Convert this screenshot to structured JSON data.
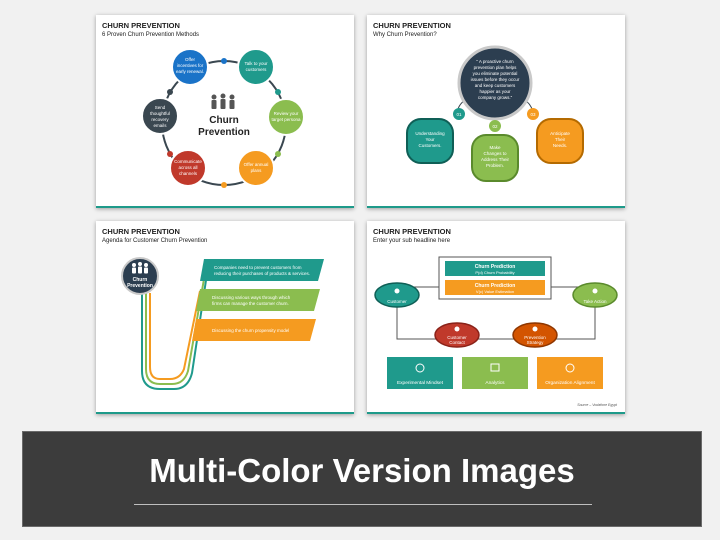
{
  "slides": [
    {
      "title": "CHURN PREVENTION",
      "subtitle": "6 Proven Churn Prevention Methods",
      "center_label_1": "Churn",
      "center_label_2": "Prevention",
      "methods": [
        {
          "lines": [
            "Talk to your",
            "customers"
          ],
          "color": "#1f9a8c"
        },
        {
          "lines": [
            "Review your",
            "target persona"
          ],
          "color": "#8bbd4f"
        },
        {
          "lines": [
            "Offer annual",
            "plans"
          ],
          "color": "#f59b20"
        },
        {
          "lines": [
            "Communicate",
            "across all",
            "channels"
          ],
          "color": "#c0392b"
        },
        {
          "lines": [
            "Send",
            "thoughtful",
            "recovery",
            "emails"
          ],
          "color": "#3a4750"
        },
        {
          "lines": [
            "Offer",
            "incentives for",
            "early renewal."
          ],
          "color": "#1a73c8"
        }
      ]
    },
    {
      "title": "CHURN PREVENTION",
      "subtitle": "Why Churn Prevention?",
      "quote_lines": [
        "\" A proactive churn",
        "prevention plan helps",
        "you eliminate potential",
        "issues before they occur",
        "and keep customers",
        "happier as your",
        "company grows.\""
      ],
      "reasons": [
        {
          "num": "01",
          "lines": [
            "Understanding",
            "Your",
            "Customers."
          ],
          "color": "#1f9a8c"
        },
        {
          "num": "02",
          "lines": [
            "Make",
            "Changes to",
            "Address Their",
            "Problem."
          ],
          "color": "#8bbd4f"
        },
        {
          "num": "03",
          "lines": [
            "Anticipate",
            "Their",
            "Needs."
          ],
          "color": "#f59b20"
        }
      ]
    },
    {
      "title": "CHURN PREVENTION",
      "subtitle": "Agenda for Customer Churn Prevention",
      "badge_label_1": "Churn",
      "badge_label_2": "Prevention",
      "items": [
        {
          "lines": [
            "Companies need to prevent customers from",
            "reducing their purchases of products & services."
          ],
          "color": "#1f9a8c"
        },
        {
          "lines": [
            "Discussing various ways through which",
            "firms can manage the customer churn."
          ],
          "color": "#8bbd4f"
        },
        {
          "lines": [
            "Discussing the churn propensity model"
          ],
          "color": "#f59b20"
        }
      ]
    },
    {
      "title": "CHURN PREVENTION",
      "subtitle": "Enter your sub headline here",
      "pred1_title": "Churn Prediction",
      "pred1_sub": "P(d) Churn Probability",
      "pred2_title": "Churn Prediction",
      "pred2_sub": "V(c) Value Estimation",
      "customer": "Customer",
      "take_action": "Take Action",
      "customer_contact_1": "Customer",
      "customer_contact_2": "Contact",
      "prevention_strategy_1": "Prevention",
      "prevention_strategy_2": "Strategy",
      "boxes": [
        {
          "label": "Experimental Mindset",
          "color": "#1f9a8c"
        },
        {
          "label": "Analytics",
          "color": "#8bbd4f"
        },
        {
          "label": "Organization Alignment",
          "color": "#f59b20"
        }
      ],
      "source": "Source – Vodafone Egypt"
    }
  ],
  "banner": {
    "title": "Multi-Color Version Images"
  },
  "colors": {
    "teal": "#1f9a8c",
    "green": "#8bbd4f",
    "orange": "#f59b20",
    "red": "#c0392b",
    "dark": "#3a4750",
    "blue": "#1a73c8",
    "navy": "#2c3e50"
  }
}
